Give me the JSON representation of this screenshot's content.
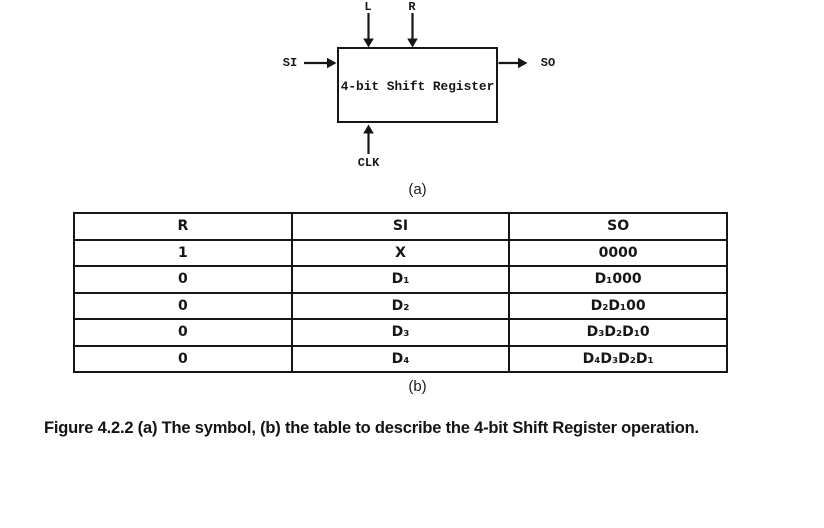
{
  "diagram": {
    "box_label": "4-bit Shift Register",
    "labels": {
      "l": "L",
      "r": "R",
      "si": "SI",
      "so": "SO",
      "clk": "CLK"
    },
    "sublabel": "(a)"
  },
  "table": {
    "headers": [
      "R",
      "SI",
      "SO"
    ],
    "rows": [
      [
        "1",
        "X",
        "0000"
      ],
      [
        "0",
        "D₁",
        "D₁000"
      ],
      [
        "0",
        "D₂",
        "D₂D₁00"
      ],
      [
        "0",
        "D₃",
        "D₃D₂D₁0"
      ],
      [
        "0",
        "D₄",
        "D₄D₃D₂D₁"
      ]
    ],
    "sublabel": "(b)"
  },
  "caption": "Figure 4.2.2 (a) The symbol, (b) the table to describe the 4-bit Shift Register operation.",
  "colors": {
    "ink": "#161616",
    "background": "#ffffff"
  }
}
